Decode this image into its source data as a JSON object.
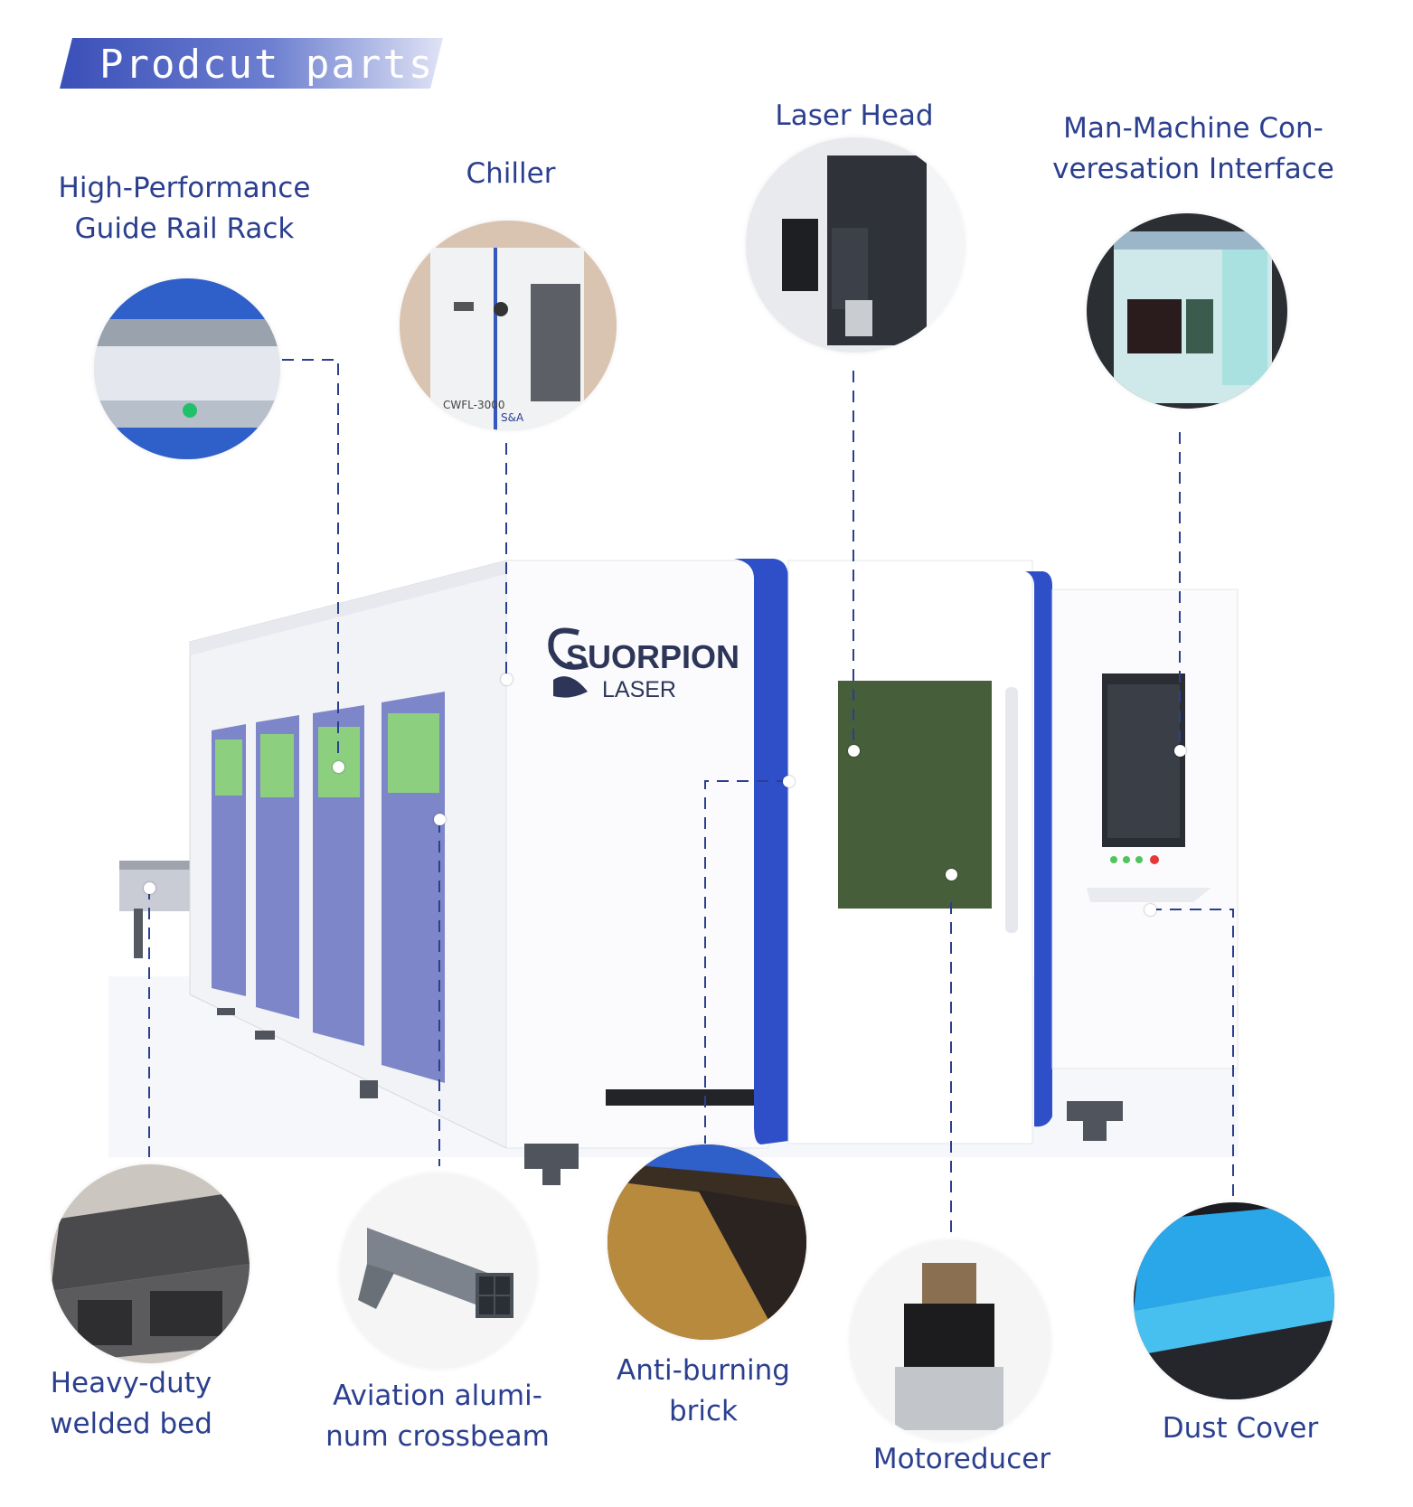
{
  "title": "Prodcut parts",
  "brand": {
    "name": "SUORPION",
    "sub": "LASER"
  },
  "parts": [
    {
      "id": "rail-rack",
      "lines": [
        "High-Performance",
        "Guide Rail Rack"
      ]
    },
    {
      "id": "chiller",
      "lines": [
        "Chiller"
      ],
      "photo_text": [
        "CWFL-3000",
        "S&A"
      ]
    },
    {
      "id": "laser-head",
      "lines": [
        "Laser Head"
      ]
    },
    {
      "id": "hmi",
      "lines": [
        "Man-Machine Con-",
        "veresation Interface"
      ]
    },
    {
      "id": "welded-bed",
      "lines": [
        "Heavy-duty",
        "welded bed"
      ]
    },
    {
      "id": "crossbeam",
      "lines": [
        "Aviation alumi-",
        "num crossbeam"
      ]
    },
    {
      "id": "brick",
      "lines": [
        "Anti-burning",
        "brick"
      ]
    },
    {
      "id": "motoreducer",
      "lines": [
        "Motoreducer"
      ]
    },
    {
      "id": "dust-cover",
      "lines": [
        "Dust Cover"
      ]
    }
  ],
  "colors": {
    "accent": "#2b3f8f",
    "machine_blue": "#2f4fc9",
    "door_purple": "#7d86c9",
    "window_green": "#8ccf7f",
    "panel_green": "#465e3a"
  }
}
